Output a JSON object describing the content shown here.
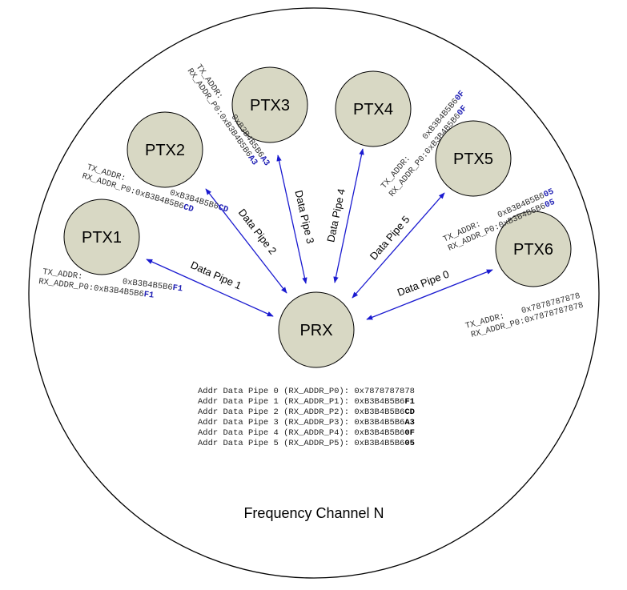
{
  "nodes": {
    "prx": "PRX",
    "ptx1": "PTX1",
    "ptx2": "PTX2",
    "ptx3": "PTX3",
    "ptx4": "PTX4",
    "ptx5": "PTX5",
    "ptx6": "PTX6"
  },
  "pipes": {
    "p0": "Data Pipe 0",
    "p1": "Data Pipe 1",
    "p2": "Data Pipe 2",
    "p3": "Data Pipe 3",
    "p4": "Data Pipe 4",
    "p5": "Data Pipe 5"
  },
  "addr": {
    "ptx1": {
      "tx_label": "TX_ADDR:",
      "tx_prefix": "0xB3B4B5B6",
      "tx_suffix": "F1",
      "rx_label": "RX_ADDR_P0:",
      "rx_prefix": "0xB3B4B5B6",
      "rx_suffix": "F1"
    },
    "ptx2": {
      "tx_label": "TX_ADDR:",
      "tx_prefix": "0xB3B4B5B6",
      "tx_suffix": "CD",
      "rx_label": "RX_ADDR_P0:",
      "rx_prefix": "0xB3B4B5B6",
      "rx_suffix": "CD"
    },
    "ptx3": {
      "tx_label": "TX_ADDR:",
      "tx_prefix": "0xB3B4B5B6",
      "tx_suffix": "A3",
      "rx_label": "RX_ADDR_P0:",
      "rx_prefix": "0xB3B4B5B6",
      "rx_suffix": "A3"
    },
    "ptx4": {
      "tx_label": "TX_ADDR:",
      "tx_prefix": "0xB3B4B5B6",
      "tx_suffix": "0F",
      "rx_label": "RX_ADDR_P0:",
      "rx_prefix": "0xB3B4B5B6",
      "rx_suffix": "0F"
    },
    "ptx5": {
      "tx_label": "TX_ADDR:",
      "tx_prefix": "0xB3B4B5B6",
      "tx_suffix": "05",
      "rx_label": "RX_ADDR_P0:",
      "rx_prefix": "0xB3B4B5B6",
      "rx_suffix": "05"
    },
    "ptx6": {
      "tx_label": "TX_ADDR:",
      "tx_value": "0x7878787878",
      "rx_label": "RX_ADDR_P0:",
      "rx_value": "0x7878787878"
    }
  },
  "table": [
    {
      "label": "Addr Data Pipe 0 (RX_ADDR_P0): ",
      "prefix": "0x7878787878",
      "suffix": ""
    },
    {
      "label": "Addr Data Pipe 1 (RX_ADDR_P1): ",
      "prefix": "0xB3B4B5B6",
      "suffix": "F1"
    },
    {
      "label": "Addr Data Pipe 2 (RX_ADDR_P2): ",
      "prefix": "0xB3B4B5B6",
      "suffix": "CD"
    },
    {
      "label": "Addr Data Pipe 3 (RX_ADDR_P3): ",
      "prefix": "0xB3B4B5B6",
      "suffix": "A3"
    },
    {
      "label": "Addr Data Pipe 4 (RX_ADDR_P4): ",
      "prefix": "0xB3B4B5B6",
      "suffix": "0F"
    },
    {
      "label": "Addr Data Pipe 5 (RX_ADDR_P5): ",
      "prefix": "0xB3B4B5B6",
      "suffix": "05"
    }
  ],
  "caption": "Frequency Channel N",
  "colors": {
    "node_fill": "#d8d8c4",
    "arrow": "#1a1ad0",
    "suffix_blue": "#1f1fb4",
    "outline": "#000000"
  }
}
